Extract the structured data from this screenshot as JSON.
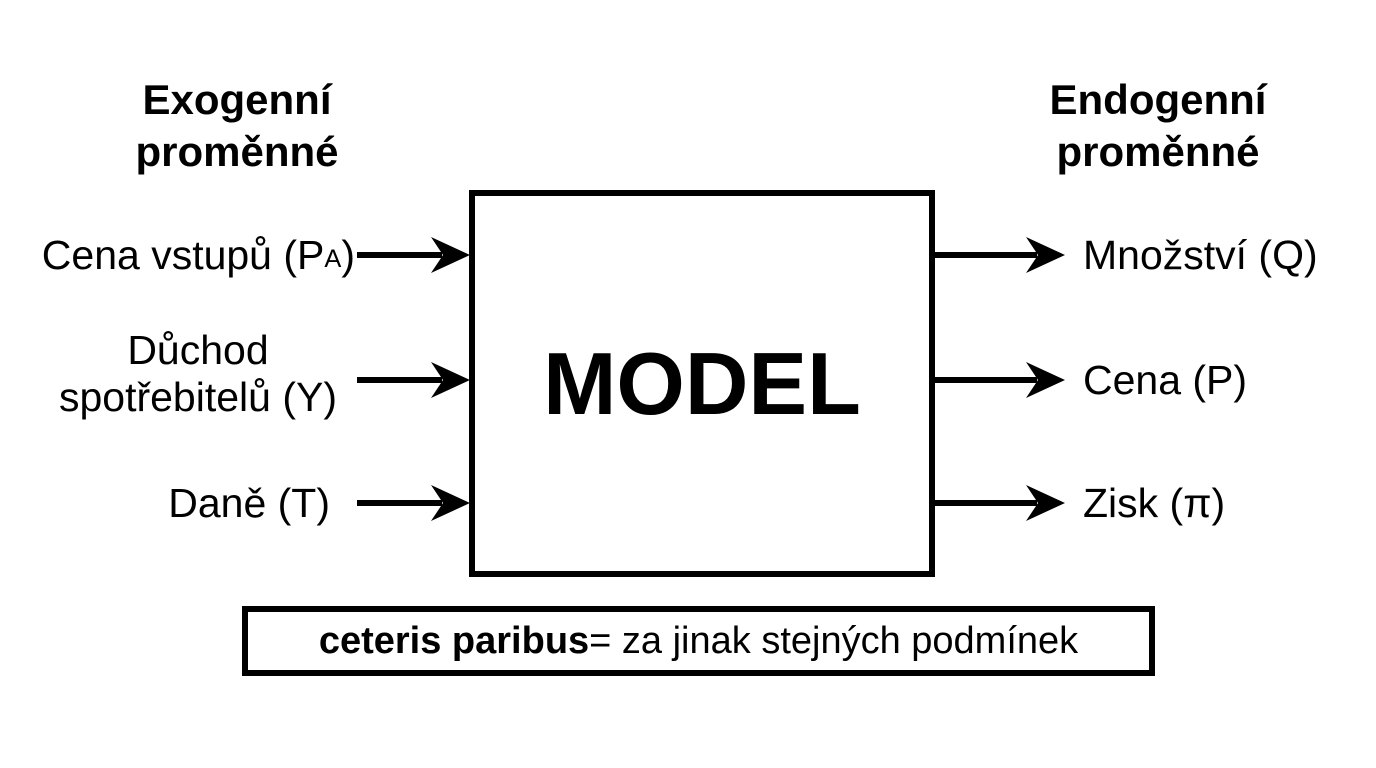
{
  "model": {
    "label": "MODEL"
  },
  "exogenous": {
    "header_line1": "Exogenní",
    "header_line2": "proměnné",
    "item1_pre": "Cena vstupů (P",
    "item1_sub": "A",
    "item1_post": ")",
    "item2_line1": "Důchod",
    "item2_line2": "spotřebitelů (Y)",
    "item3": "Daně (T)"
  },
  "endogenous": {
    "header_line1": "Endogenní",
    "header_line2": "proměnné",
    "item1": "Množství (Q)",
    "item2": "Cena (P)",
    "item3": "Zisk (π)"
  },
  "footnote": {
    "term": "ceteris paribus",
    "definition": " = za jinak stejných podmínek"
  },
  "colors": {
    "ink": "#000000",
    "background": "#ffffff"
  }
}
